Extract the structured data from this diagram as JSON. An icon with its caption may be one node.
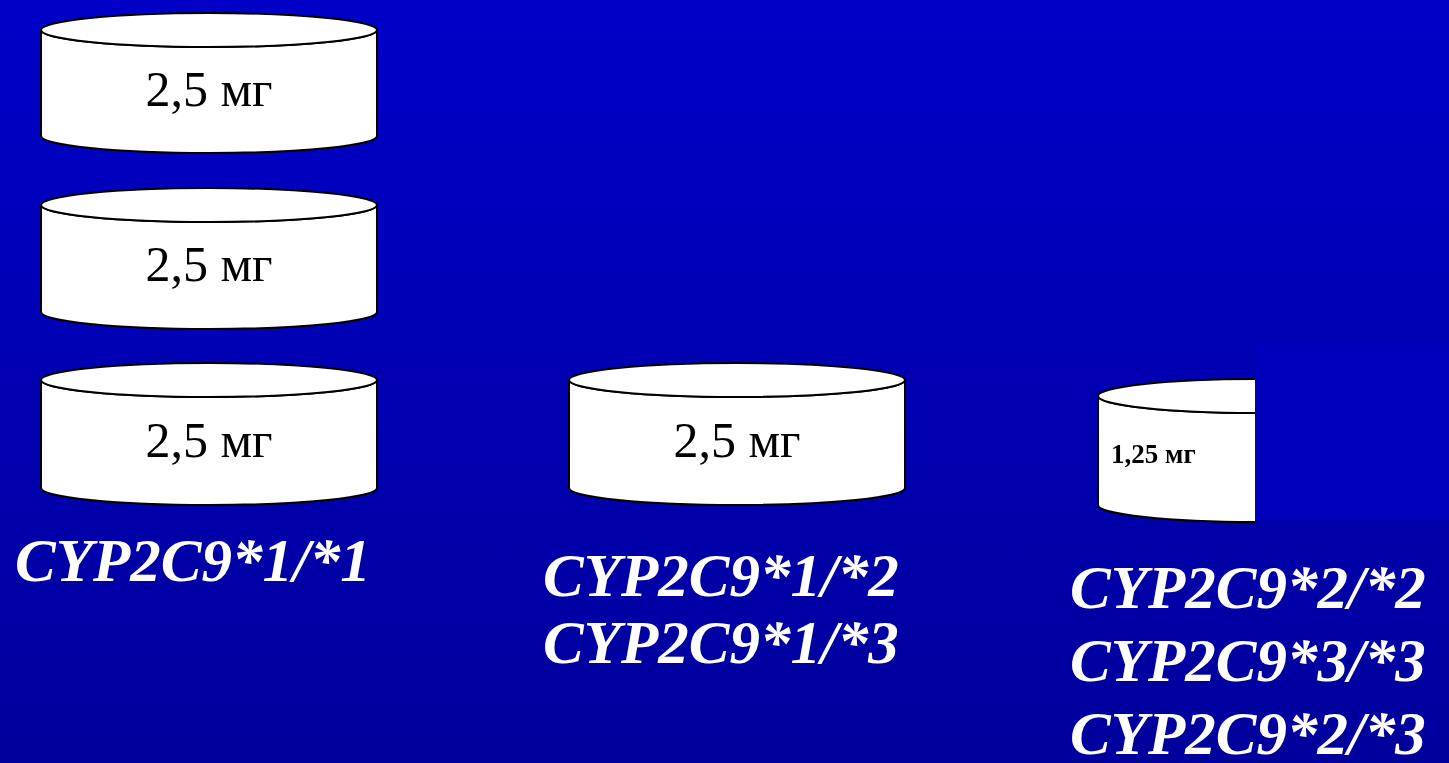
{
  "diagram": {
    "nodes": [
      {
        "text": [
          "2,5 мг"
        ]
      },
      {
        "text": [
          "2,5 мг"
        ]
      },
      {
        "text": [
          "2,5 мг"
        ]
      },
      {
        "text": [
          "2,5 мг"
        ]
      },
      {
        "text": [
          "1,25 мг"
        ]
      }
    ],
    "labels": [
      "CYP2C9*1/*1",
      "CYP2C9*1/*2",
      "CYP2C9*1/*3",
      "CYP2C9*2/*2",
      "CYP2C9*3/*3",
      "CYP2C9*2/*3"
    ]
  }
}
